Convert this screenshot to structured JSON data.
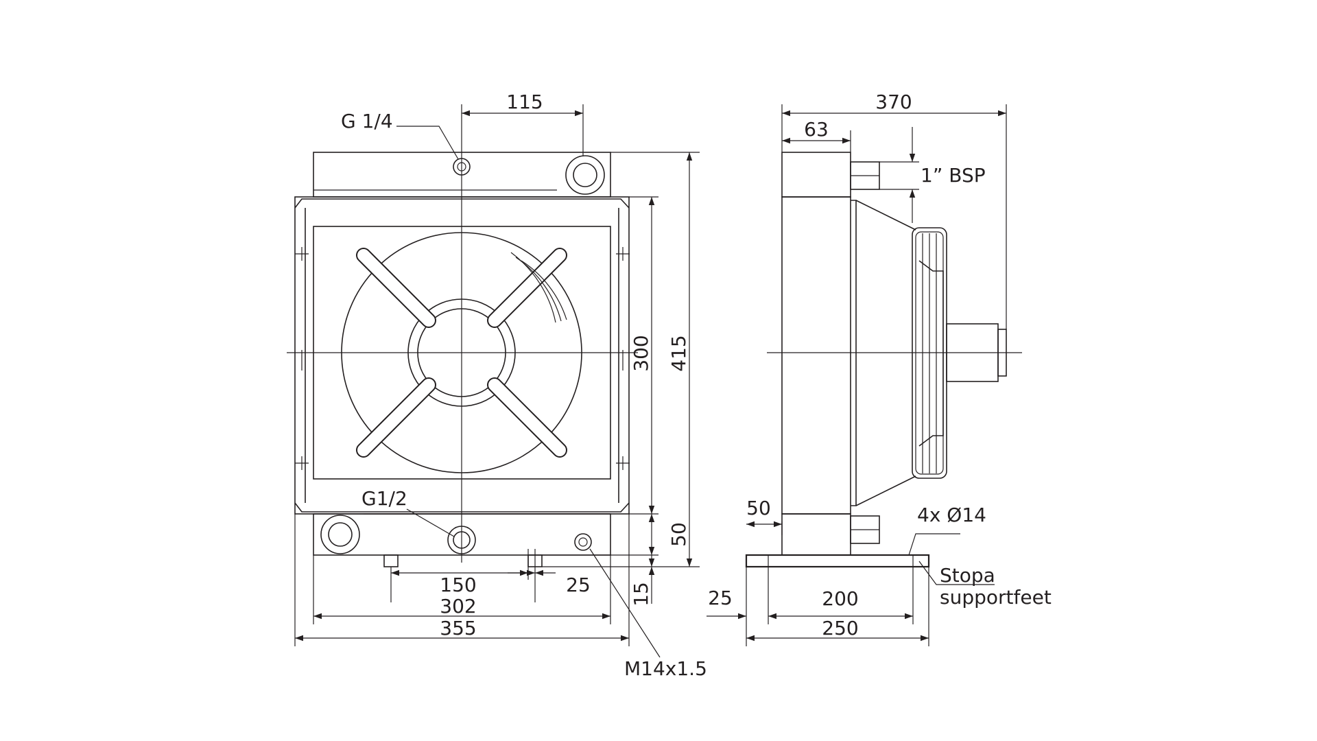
{
  "colors": {
    "line": "#231f20",
    "background": "#ffffff"
  },
  "front_view": {
    "dims": {
      "top_offset": "115",
      "core_height": "300",
      "overall_height": "415",
      "lower_offset": "50",
      "bottom_offset": "15",
      "foot_spacing": "150",
      "port_offset": "25",
      "core_width": "302",
      "overall_width": "355"
    },
    "callouts": {
      "top_port": "G 1/4",
      "drain_port": "G1/2",
      "thread": "M14x1.5"
    }
  },
  "side_view": {
    "dims": {
      "overall_depth": "370",
      "tank_depth": "63",
      "connection": "1” BSP",
      "foot_height": "50",
      "foot_overhang": "25",
      "foot_hole_spacing": "200",
      "foot_length": "250"
    },
    "callouts": {
      "holes": "4x Ø14",
      "feet_line1": "Stopa",
      "feet_line2": "supportfeet"
    }
  }
}
